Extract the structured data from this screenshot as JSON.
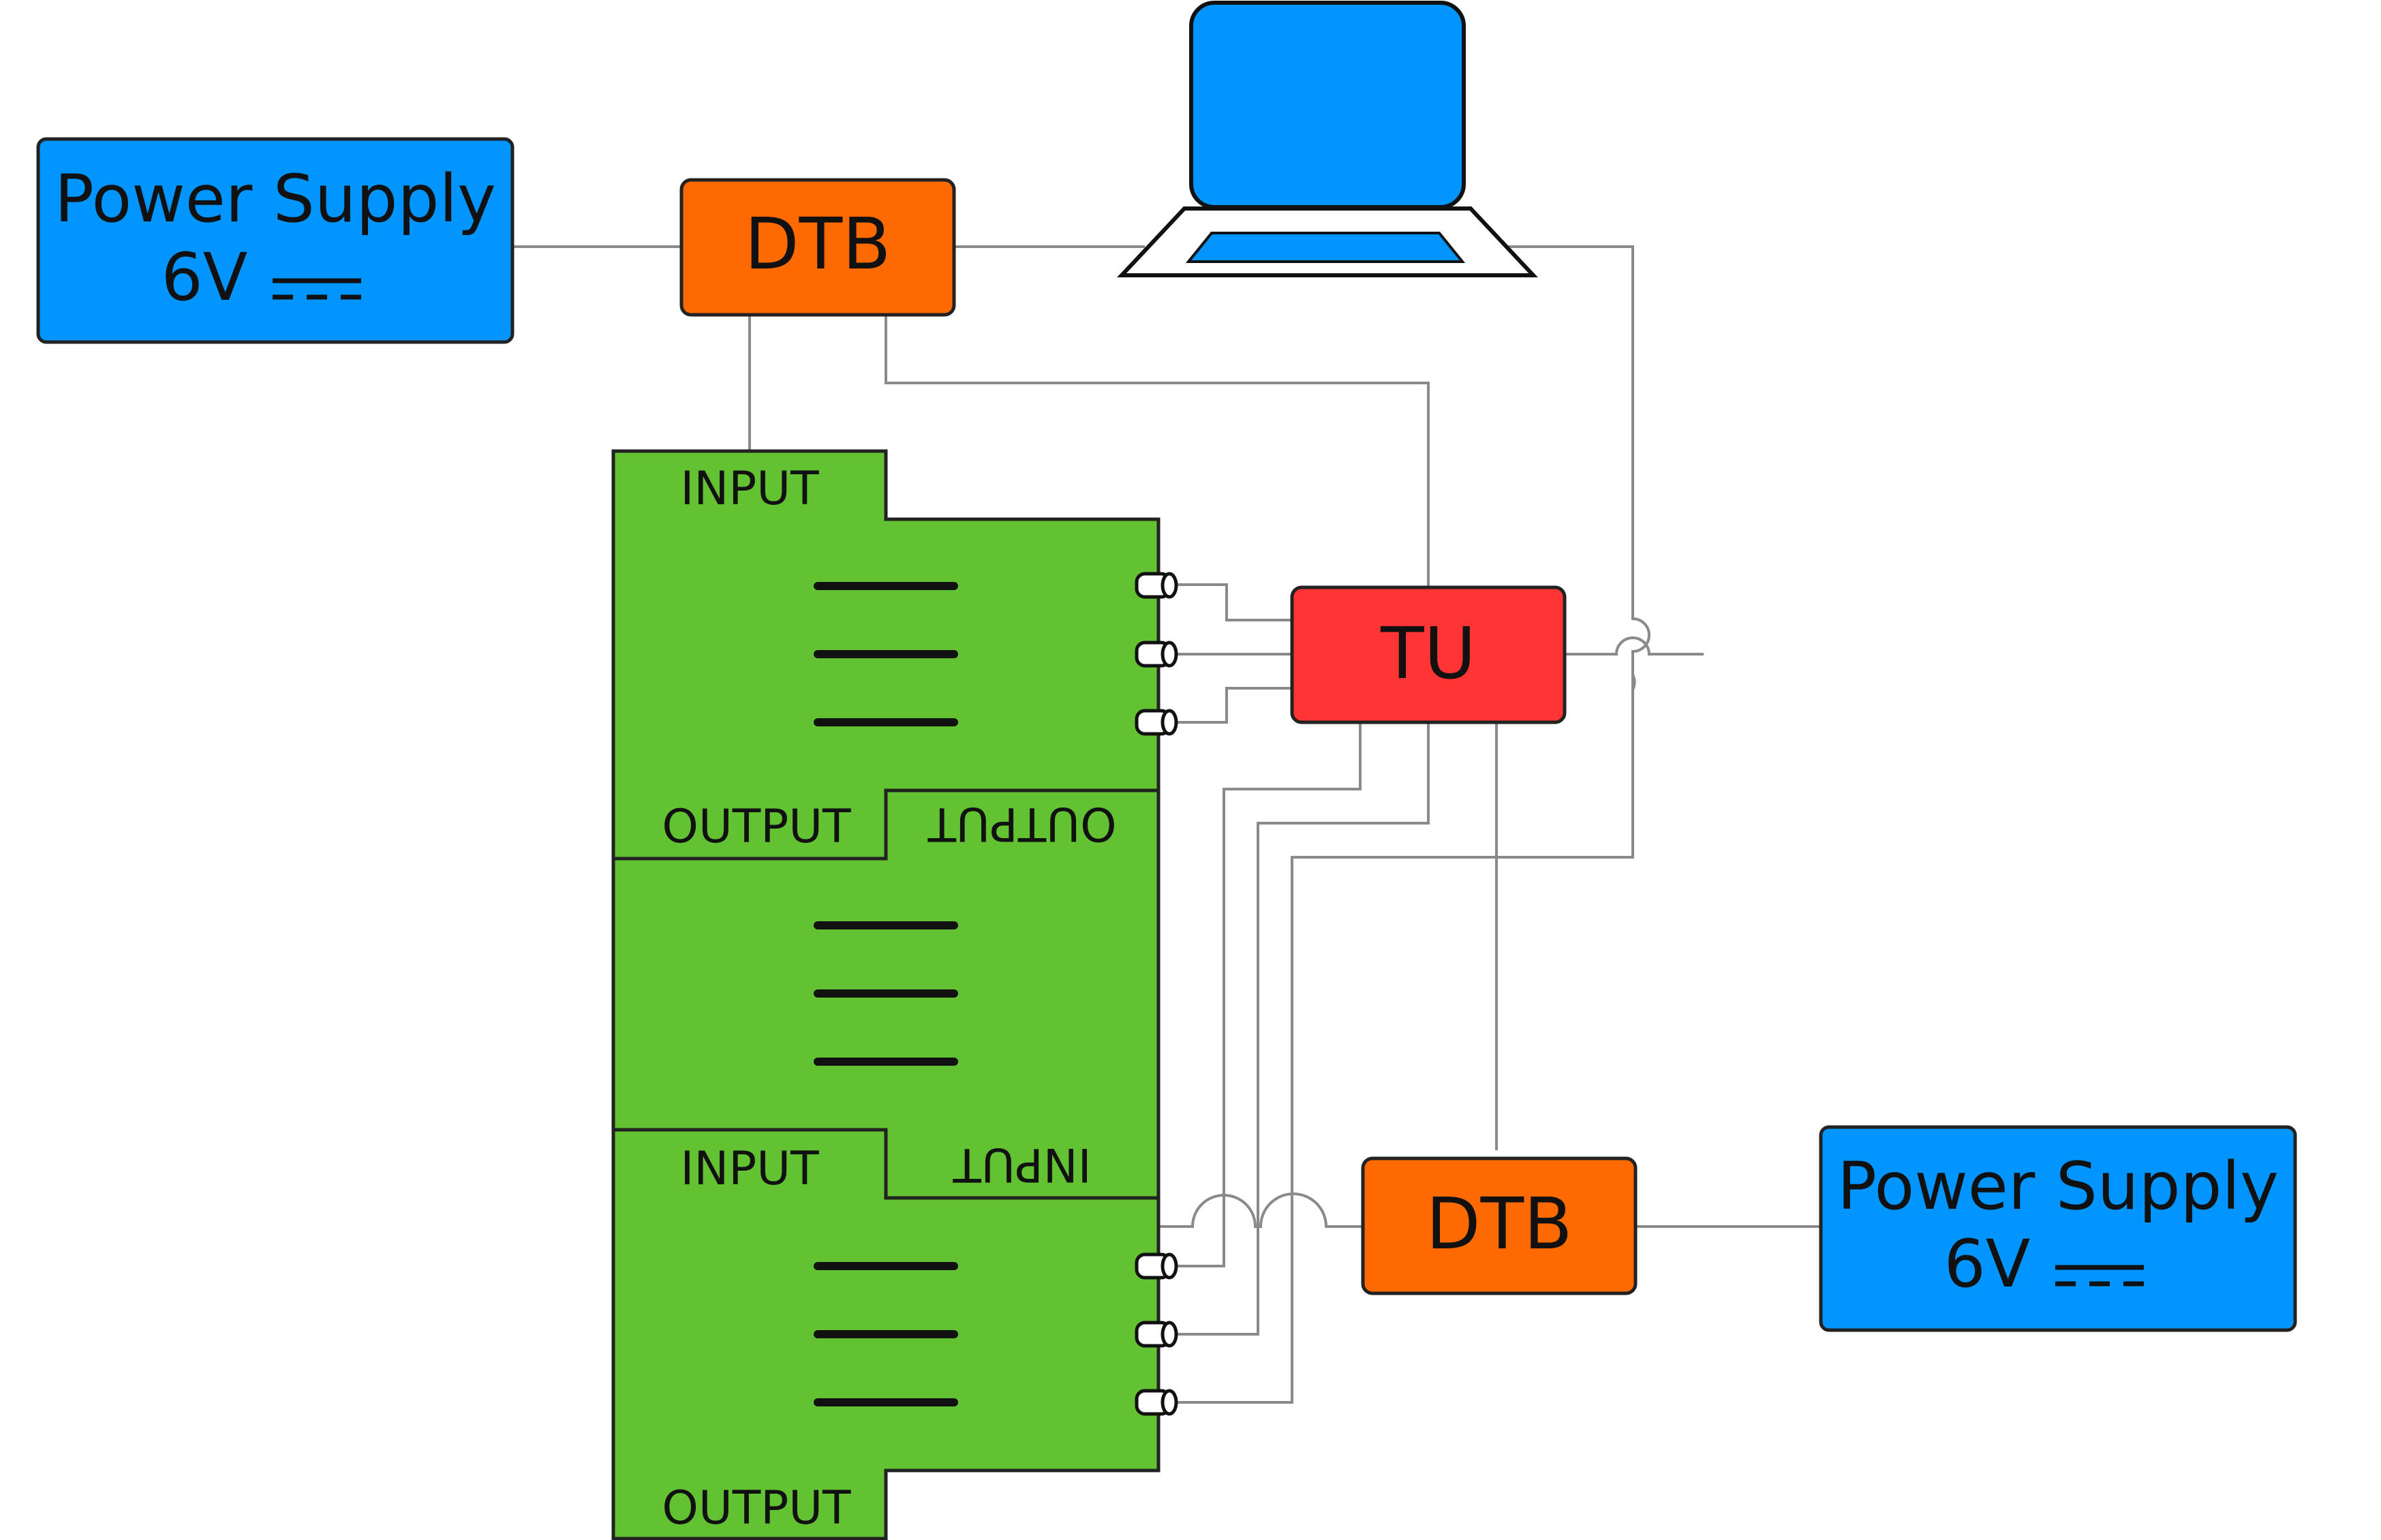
{
  "colors": {
    "power_supply": "#0095ff",
    "dtb": "#ff6a00",
    "tu": "#ff3535",
    "board": "#62c232",
    "laptop": "#0095ff",
    "wire": "#8a8a8a"
  },
  "power_supply_left": {
    "line1": "Power Supply",
    "line2": "6V"
  },
  "power_supply_right": {
    "line1": "Power Supply",
    "line2": "6V"
  },
  "dtb_top": {
    "label": "DTB"
  },
  "dtb_bottom": {
    "label": "DTB"
  },
  "tu": {
    "label": "TU"
  },
  "board_top": {
    "input": "INPUT",
    "output": "OUTPUT"
  },
  "board_mid": {
    "output_flipped": "OUTPUT"
  },
  "board_bottom": {
    "input": "INPUT",
    "input_flipped": "INPUT",
    "output": "OUTPUT"
  },
  "icons": [
    "laptop-icon",
    "dc-symbol-icon",
    "connector-icon"
  ]
}
